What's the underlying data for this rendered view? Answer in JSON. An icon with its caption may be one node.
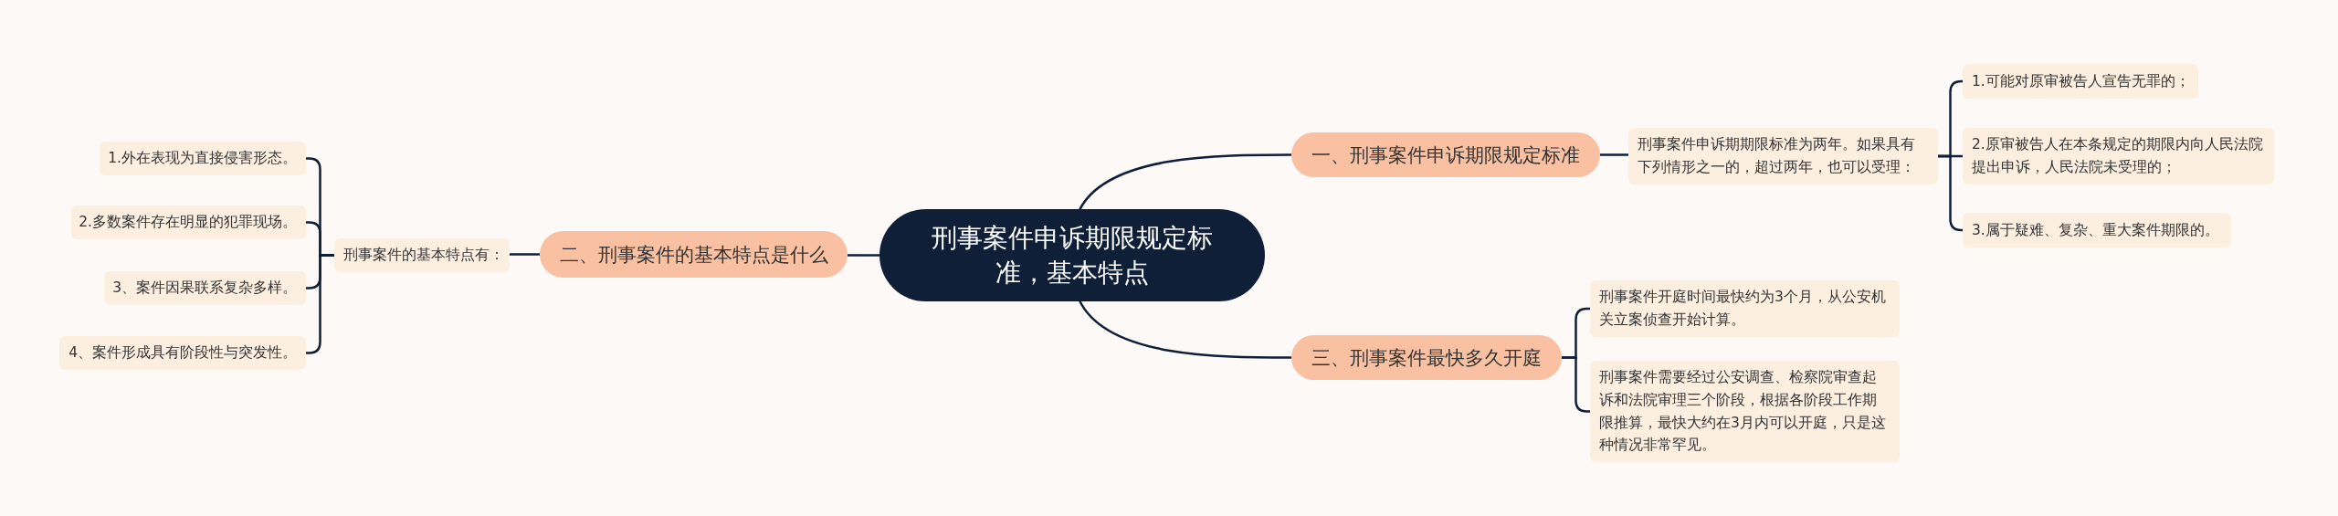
{
  "diagram": {
    "nodes": [
      {
        "text": [
          "刑事案件申诉期限规定标准，基本特点"
        ]
      },
      {
        "text": [
          "一、刑事案件申诉期限规定标准"
        ]
      },
      {
        "text": [
          "刑事案件申诉期期限标准为两年。如果具有下列情形之一的，超过两年，也可以受理："
        ]
      },
      {
        "text": [
          "1.可能对原审被告人宣告无罪的；"
        ]
      },
      {
        "text": [
          "2.原审被告人在本条规定的期限内向人民法院提出申诉，人民法院未受理的；"
        ]
      },
      {
        "text": [
          "3.属于疑难、复杂、重大案件期限的。"
        ]
      },
      {
        "text": [
          "二、刑事案件的基本特点是什么"
        ]
      },
      {
        "text": [
          "刑事案件的基本特点有："
        ]
      },
      {
        "text": [
          "1.外在表现为直接侵害形态。"
        ]
      },
      {
        "text": [
          "2.多数案件存在明显的犯罪现场。"
        ]
      },
      {
        "text": [
          "3、案件因果联系复杂多样。"
        ]
      },
      {
        "text": [
          "4、案件形成具有阶段性与突发性。"
        ]
      },
      {
        "text": [
          "三、刑事案件最快多久开庭"
        ]
      },
      {
        "text": [
          "刑事案件开庭时间最快约为3个月，从公安机关立案侦查开始计算。"
        ]
      },
      {
        "text": [
          "刑事案件需要经过公安调查、检察院审查起诉和法院审理三个阶段，根据各阶段工作期限推算，最快大约在3月内可以开庭，只是这种情况非常罕见。"
        ]
      }
    ],
    "edges": [
      {
        "from": 0,
        "to": 1,
        "arrow": "none"
      },
      {
        "from": 1,
        "to": 2,
        "arrow": "none"
      },
      {
        "from": 2,
        "to": 3,
        "arrow": "none"
      },
      {
        "from": 2,
        "to": 4,
        "arrow": "none"
      },
      {
        "from": 2,
        "to": 5,
        "arrow": "none"
      },
      {
        "from": 0,
        "to": 6,
        "arrow": "none"
      },
      {
        "from": 6,
        "to": 7,
        "arrow": "none"
      },
      {
        "from": 7,
        "to": 8,
        "arrow": "none"
      },
      {
        "from": 7,
        "to": 9,
        "arrow": "none"
      },
      {
        "from": 7,
        "to": 10,
        "arrow": "none"
      },
      {
        "from": 7,
        "to": 11,
        "arrow": "none"
      },
      {
        "from": 0,
        "to": 12,
        "arrow": "none"
      },
      {
        "from": 12,
        "to": 13,
        "arrow": "none"
      },
      {
        "from": 12,
        "to": 14,
        "arrow": "none"
      }
    ]
  }
}
